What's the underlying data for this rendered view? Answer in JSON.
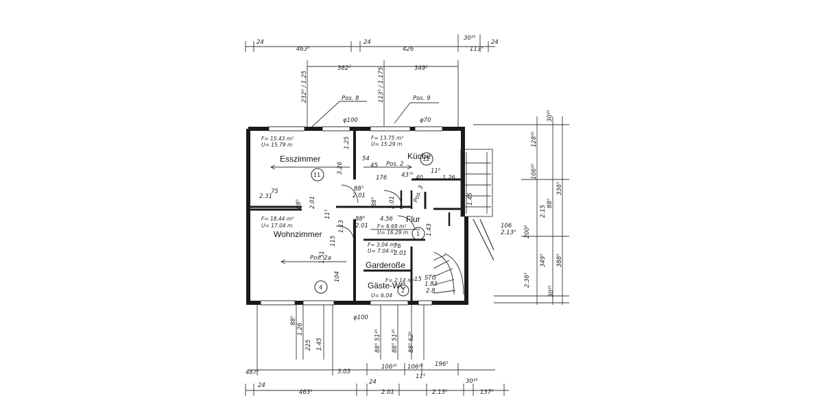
{
  "rooms": {
    "esszimmer": "Esszimmer",
    "kueche": "Küche",
    "wohnzimmer": "Wohnzimmer",
    "flur": "Flur",
    "garderobe": "Garderoße",
    "gaeste_wc": "Gäste-WC"
  },
  "room_numbers": [
    "11",
    "12",
    "4",
    "1",
    "2"
  ],
  "area_notes": {
    "esszimmer_f": "F= 15.43 m²",
    "esszimmer_u": "U= 15.79 m",
    "kueche_f": "F= 13.75 m²",
    "kueche_u": "U= 15.29 m",
    "wohnzimmer_f": "F= 18.44 m²",
    "wohnzimmer_u": "U= 17.04 m",
    "flur_f": "F= 6.69 m²",
    "flur_u": "U= 16.29 m",
    "garderobe_f": "F= 3.04 m²",
    "garderobe_u": "U= 7.04 m",
    "wc_f": "F= 2.14 m²",
    "wc_u": "U= 6.04"
  },
  "positions": [
    "Pos. 8",
    "Pos. 9",
    "Pos. 2",
    "Pos. 3",
    "Pos. 2a"
  ],
  "diameters": [
    "φ100",
    "φ70",
    "φ100"
  ],
  "dims_top_row1": [
    "24",
    "463⁵",
    "24",
    "426",
    "30²⁵",
    "113⁵",
    "24"
  ],
  "dims_top_row2": [
    "362⁵",
    "349⁵"
  ],
  "dims_top_vertical": [
    "232⁵ / 1.25",
    "113⁵ / 1.175"
  ],
  "dims_bottom_row1": [
    "487⁵",
    "3.03",
    "106²⁵",
    "106²⁵",
    "196⁵"
  ],
  "dims_bottom_row2": [
    "24",
    "463⁵",
    "24",
    "2.01",
    "11⁵",
    "2.13⁵",
    "30²⁵",
    "137⁵"
  ],
  "dims_bottom_vertical": [
    "88⁵",
    "1.26",
    "225",
    "88⁵ 51²⁵",
    "88⁵ 51²⁵",
    "88⁵ 62⁵",
    "1.45"
  ],
  "dims_right_outer": [
    "30²⁵",
    "128²⁵",
    "336⁵",
    "106²⁵",
    "2.15",
    "88⁵",
    "1.45",
    "349⁵",
    "388⁵",
    "200⁵",
    "2.36⁵",
    "30²⁵"
  ],
  "dims_right_misc": [
    "106",
    "2.13⁵"
  ],
  "dims_inner": [
    "1.25",
    "3.26",
    "54",
    "45",
    "176",
    "11⁵",
    "1.26",
    "43⁷⁵",
    "40",
    "88⁵",
    "2.01",
    "2.31",
    "75",
    "88⁵",
    "2.01",
    "88⁵",
    "2.01",
    "11⁵",
    "1.13",
    "88⁵",
    "2.01",
    "4.56",
    "1.43",
    "76",
    "2.01",
    "1.51",
    "104",
    "115",
    "STG",
    "1.83",
    "2.8",
    "15"
  ]
}
